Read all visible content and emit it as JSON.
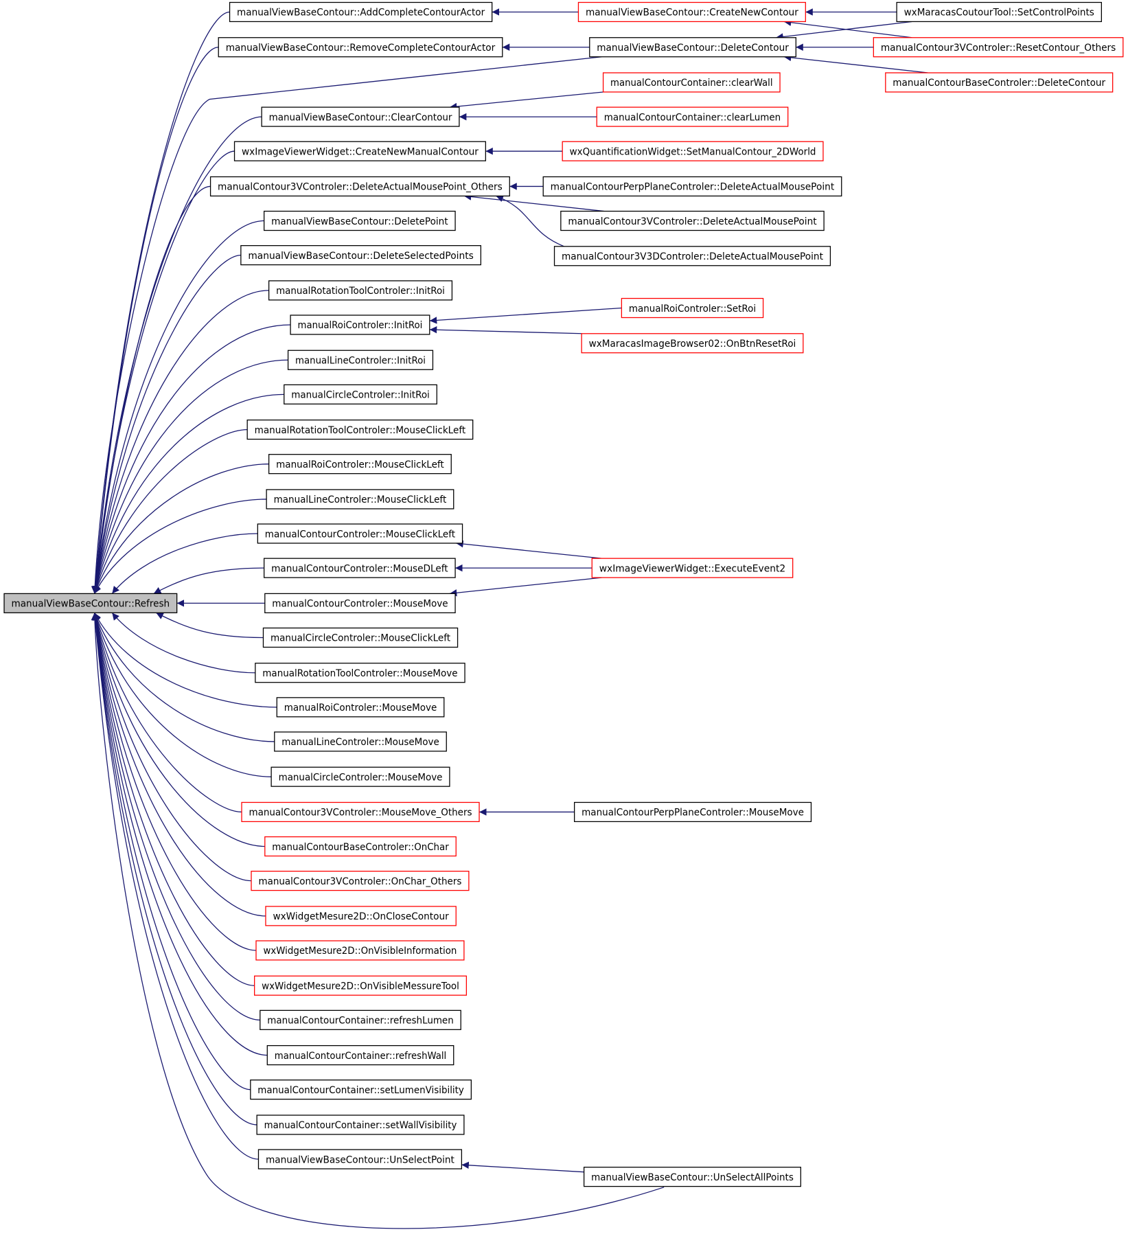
{
  "diagram": {
    "type": "doxygen-caller-graph",
    "colors": {
      "edge": "#191970",
      "root_fill": "#bfbfbf",
      "node_border": "#000000",
      "truncated_border": "#ff0000",
      "node_fill": "#ffffff"
    },
    "nodes": [
      {
        "id": "refresh",
        "label": "manualViewBaseContour::Refresh",
        "style": "root"
      },
      {
        "id": "addActor",
        "label": "manualViewBaseContour::AddCompleteContourActor",
        "style": "normal"
      },
      {
        "id": "removeActor",
        "label": "manualViewBaseContour::RemoveCompleteContourActor",
        "style": "normal"
      },
      {
        "id": "clearContour",
        "label": "manualViewBaseContour::ClearContour",
        "style": "normal"
      },
      {
        "id": "createNewManual",
        "label": "wxImageViewerWidget::CreateNewManualContour",
        "style": "normal"
      },
      {
        "id": "damOthers",
        "label": "manualContour3VControler::DeleteActualMousePoint_Others",
        "style": "normal"
      },
      {
        "id": "deletePoint",
        "label": "manualViewBaseContour::DeletePoint",
        "style": "normal"
      },
      {
        "id": "deleteSelected",
        "label": "manualViewBaseContour::DeleteSelectedPoints",
        "style": "normal"
      },
      {
        "id": "rotInitRoi",
        "label": "manualRotationToolControler::InitRoi",
        "style": "normal"
      },
      {
        "id": "roiInitRoi",
        "label": "manualRoiControler::InitRoi",
        "style": "normal"
      },
      {
        "id": "lineInitRoi",
        "label": "manualLineControler::InitRoi",
        "style": "normal"
      },
      {
        "id": "circleInitRoi",
        "label": "manualCircleControler::InitRoi",
        "style": "normal"
      },
      {
        "id": "rotClick",
        "label": "manualRotationToolControler::MouseClickLeft",
        "style": "normal"
      },
      {
        "id": "roiClick",
        "label": "manualRoiControler::MouseClickLeft",
        "style": "normal"
      },
      {
        "id": "lineClick",
        "label": "manualLineControler::MouseClickLeft",
        "style": "normal"
      },
      {
        "id": "contourClick",
        "label": "manualContourControler::MouseClickLeft",
        "style": "normal"
      },
      {
        "id": "contourDLeft",
        "label": "manualContourControler::MouseDLeft",
        "style": "normal"
      },
      {
        "id": "contourMove",
        "label": "manualContourControler::MouseMove",
        "style": "normal"
      },
      {
        "id": "circleClick",
        "label": "manualCircleControler::MouseClickLeft",
        "style": "normal"
      },
      {
        "id": "rotMove",
        "label": "manualRotationToolControler::MouseMove",
        "style": "normal"
      },
      {
        "id": "roiMove",
        "label": "manualRoiControler::MouseMove",
        "style": "normal"
      },
      {
        "id": "lineMove",
        "label": "manualLineControler::MouseMove",
        "style": "normal"
      },
      {
        "id": "circleMove",
        "label": "manualCircleControler::MouseMove",
        "style": "normal"
      },
      {
        "id": "moveOthers",
        "label": "manualContour3VControler::MouseMove_Others",
        "style": "truncated"
      },
      {
        "id": "baseOnChar",
        "label": "manualContourBaseControler::OnChar",
        "style": "truncated"
      },
      {
        "id": "onCharOthers",
        "label": "manualContour3VControler::OnChar_Others",
        "style": "truncated"
      },
      {
        "id": "onClose",
        "label": "wxWidgetMesure2D::OnCloseContour",
        "style": "truncated"
      },
      {
        "id": "onVisInfo",
        "label": "wxWidgetMesure2D::OnVisibleInformation",
        "style": "truncated"
      },
      {
        "id": "onVisTool",
        "label": "wxWidgetMesure2D::OnVisibleMessureTool",
        "style": "truncated"
      },
      {
        "id": "refreshLumen",
        "label": "manualContourContainer::refreshLumen",
        "style": "normal"
      },
      {
        "id": "refreshWall",
        "label": "manualContourContainer::refreshWall",
        "style": "normal"
      },
      {
        "id": "setLumenVis",
        "label": "manualContourContainer::setLumenVisibility",
        "style": "normal"
      },
      {
        "id": "setWallVis",
        "label": "manualContourContainer::setWallVisibility",
        "style": "normal"
      },
      {
        "id": "unselectPoint",
        "label": "manualViewBaseContour::UnSelectPoint",
        "style": "normal"
      },
      {
        "id": "createNewContour",
        "label": "manualViewBaseContour::CreateNewContour",
        "style": "truncated"
      },
      {
        "id": "deleteContour",
        "label": "manualViewBaseContour::DeleteContour",
        "style": "normal"
      },
      {
        "id": "clearWall",
        "label": "manualContourContainer::clearWall",
        "style": "truncated"
      },
      {
        "id": "clearLumen",
        "label": "manualContourContainer::clearLumen",
        "style": "truncated"
      },
      {
        "id": "setManual2D",
        "label": "wxQuantificationWidget::SetManualContour_2DWorld",
        "style": "truncated"
      },
      {
        "id": "perpDAM",
        "label": "manualContourPerpPlaneControler::DeleteActualMousePoint",
        "style": "normal"
      },
      {
        "id": "v3DAM",
        "label": "manualContour3VControler::DeleteActualMousePoint",
        "style": "normal"
      },
      {
        "id": "v3dDAM",
        "label": "manualContour3V3DControler::DeleteActualMousePoint",
        "style": "normal"
      },
      {
        "id": "roiSetRoi",
        "label": "manualRoiControler::SetRoi",
        "style": "truncated"
      },
      {
        "id": "resetRoi",
        "label": "wxMaracasImageBrowser02::OnBtnResetRoi",
        "style": "truncated"
      },
      {
        "id": "execEvent2",
        "label": "wxImageViewerWidget::ExecuteEvent2",
        "style": "truncated"
      },
      {
        "id": "perpMove",
        "label": "manualContourPerpPlaneControler::MouseMove",
        "style": "normal"
      },
      {
        "id": "unselectAll",
        "label": "manualViewBaseContour::UnSelectAllPoints",
        "style": "normal"
      },
      {
        "id": "setControlPoints",
        "label": "wxMaracasCoutourTool::SetControlPoints",
        "style": "normal"
      },
      {
        "id": "resetOthers",
        "label": "manualContour3VControler::ResetContour_Others",
        "style": "truncated"
      },
      {
        "id": "baseDeleteContour",
        "label": "manualContourBaseControler::DeleteContour",
        "style": "truncated"
      }
    ],
    "edges": [
      {
        "from": "addActor",
        "to": "refresh"
      },
      {
        "from": "removeActor",
        "to": "refresh"
      },
      {
        "from": "deleteContour",
        "to": "refresh"
      },
      {
        "from": "clearContour",
        "to": "refresh"
      },
      {
        "from": "createNewManual",
        "to": "refresh"
      },
      {
        "from": "damOthers",
        "to": "refresh"
      },
      {
        "from": "deletePoint",
        "to": "refresh"
      },
      {
        "from": "deleteSelected",
        "to": "refresh"
      },
      {
        "from": "rotInitRoi",
        "to": "refresh"
      },
      {
        "from": "roiInitRoi",
        "to": "refresh"
      },
      {
        "from": "lineInitRoi",
        "to": "refresh"
      },
      {
        "from": "circleInitRoi",
        "to": "refresh"
      },
      {
        "from": "rotClick",
        "to": "refresh"
      },
      {
        "from": "roiClick",
        "to": "refresh"
      },
      {
        "from": "lineClick",
        "to": "refresh"
      },
      {
        "from": "contourClick",
        "to": "refresh"
      },
      {
        "from": "contourDLeft",
        "to": "refresh"
      },
      {
        "from": "contourMove",
        "to": "refresh"
      },
      {
        "from": "circleClick",
        "to": "refresh"
      },
      {
        "from": "rotMove",
        "to": "refresh"
      },
      {
        "from": "roiMove",
        "to": "refresh"
      },
      {
        "from": "lineMove",
        "to": "refresh"
      },
      {
        "from": "circleMove",
        "to": "refresh"
      },
      {
        "from": "moveOthers",
        "to": "refresh"
      },
      {
        "from": "baseOnChar",
        "to": "refresh"
      },
      {
        "from": "onCharOthers",
        "to": "refresh"
      },
      {
        "from": "onClose",
        "to": "refresh"
      },
      {
        "from": "onVisInfo",
        "to": "refresh"
      },
      {
        "from": "onVisTool",
        "to": "refresh"
      },
      {
        "from": "refreshLumen",
        "to": "refresh"
      },
      {
        "from": "refreshWall",
        "to": "refresh"
      },
      {
        "from": "setLumenVis",
        "to": "refresh"
      },
      {
        "from": "setWallVis",
        "to": "refresh"
      },
      {
        "from": "unselectPoint",
        "to": "refresh"
      },
      {
        "from": "unselectAll",
        "to": "refresh"
      },
      {
        "from": "createNewContour",
        "to": "addActor"
      },
      {
        "from": "deleteContour",
        "to": "removeActor"
      },
      {
        "from": "clearWall",
        "to": "clearContour"
      },
      {
        "from": "clearLumen",
        "to": "clearContour"
      },
      {
        "from": "setManual2D",
        "to": "createNewManual"
      },
      {
        "from": "perpDAM",
        "to": "damOthers"
      },
      {
        "from": "v3DAM",
        "to": "damOthers"
      },
      {
        "from": "v3dDAM",
        "to": "damOthers"
      },
      {
        "from": "roiSetRoi",
        "to": "roiInitRoi"
      },
      {
        "from": "resetRoi",
        "to": "roiInitRoi"
      },
      {
        "from": "execEvent2",
        "to": "contourClick"
      },
      {
        "from": "execEvent2",
        "to": "contourDLeft"
      },
      {
        "from": "execEvent2",
        "to": "contourMove"
      },
      {
        "from": "perpMove",
        "to": "moveOthers"
      },
      {
        "from": "unselectAll",
        "to": "unselectPoint"
      },
      {
        "from": "setControlPoints",
        "to": "createNewContour"
      },
      {
        "from": "setControlPoints",
        "to": "deleteContour"
      },
      {
        "from": "resetOthers",
        "to": "createNewContour"
      },
      {
        "from": "resetOthers",
        "to": "deleteContour"
      },
      {
        "from": "baseDeleteContour",
        "to": "deleteContour"
      }
    ]
  }
}
